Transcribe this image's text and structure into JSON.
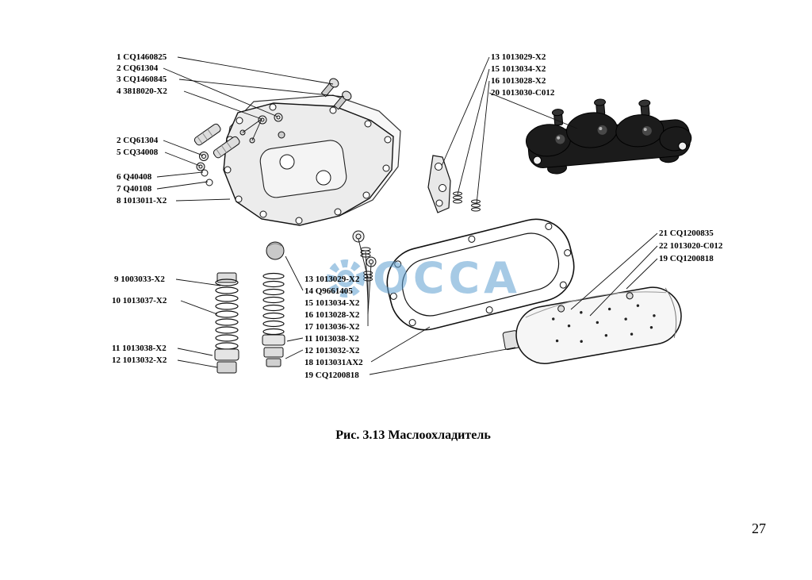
{
  "figure": {
    "caption": "Рис. 3.13 Маслоохладитель",
    "page_number": "27",
    "watermark_text": "ОССА",
    "watermark_color": "#5f9fd1"
  },
  "callouts": [
    {
      "text": "1 CQ1460825"
    },
    {
      "text": "2 CQ61304"
    },
    {
      "text": "3 CQ1460845"
    },
    {
      "text": "4 3818020-X2"
    },
    {
      "text": "2 CQ61304"
    },
    {
      "text": "5 CQ34008"
    },
    {
      "text": "6 Q40408"
    },
    {
      "text": "7 Q40108"
    },
    {
      "text": "8 1013011-X2"
    },
    {
      "text": "9 1003033-X2"
    },
    {
      "text": "10 1013037-X2"
    },
    {
      "text": "11 1013038-X2"
    },
    {
      "text": "12 1013032-X2"
    },
    {
      "text": "13 1013029-X2"
    },
    {
      "text": "14 Q9661405"
    },
    {
      "text": "15 1013034-X2"
    },
    {
      "text": "16 1013028-X2"
    },
    {
      "text": "17 1013036-X2"
    },
    {
      "text": "11 1013038-X2"
    },
    {
      "text": "12 1013032-X2"
    },
    {
      "text": "18 1013031AX2"
    },
    {
      "text": "19 CQ1200818"
    },
    {
      "text": "13 1013029-X2"
    },
    {
      "text": "15 1013034-X2"
    },
    {
      "text": "16 1013028-X2"
    },
    {
      "text": "20 1013030-C012"
    },
    {
      "text": "21 CQ1200835"
    },
    {
      "text": "22 1013020-C012"
    },
    {
      "text": "19 CQ1200818"
    }
  ]
}
